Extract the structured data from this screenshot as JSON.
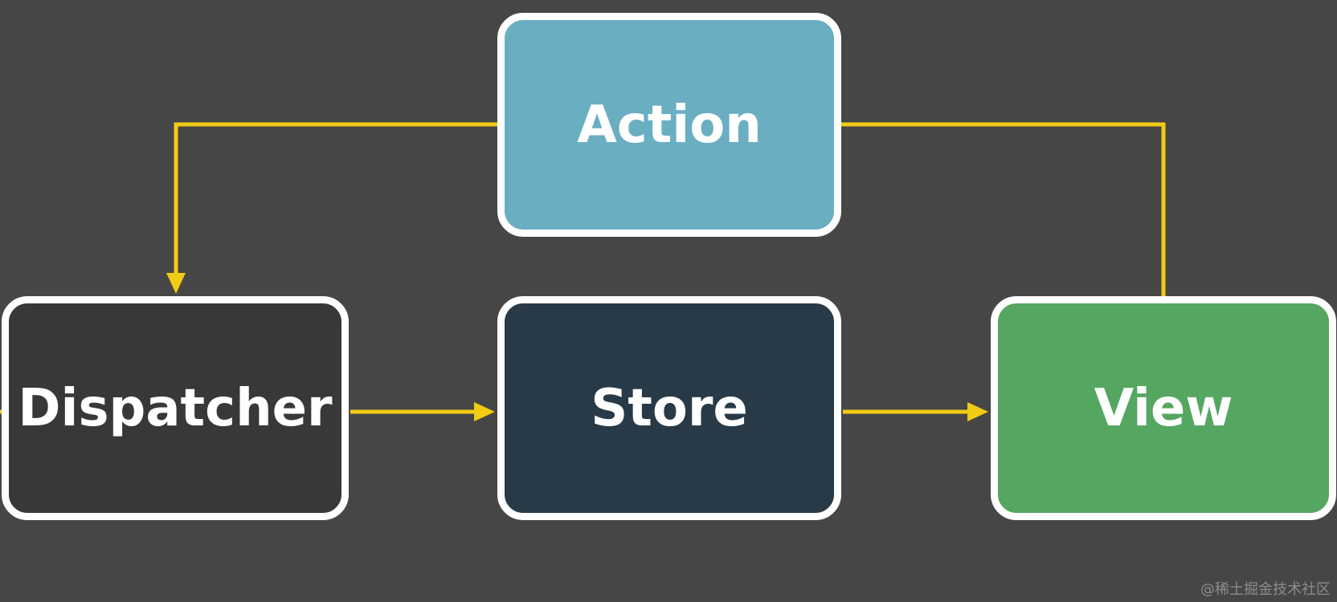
{
  "colors": {
    "background": "#464646",
    "arrow": "#f2cb14",
    "border": "#ffffff",
    "text": "#ffffff"
  },
  "nodes": {
    "action": {
      "label": "Action",
      "fill": "#6aaec2"
    },
    "dispatcher": {
      "label": "Dispatcher",
      "fill": "#3a3738"
    },
    "store": {
      "label": "Store",
      "fill": "#283a47"
    },
    "view": {
      "label": "View",
      "fill": "#55a661"
    }
  },
  "edges": [
    {
      "from": "action",
      "to": "dispatcher"
    },
    {
      "from": "dispatcher",
      "to": "store"
    },
    {
      "from": "store",
      "to": "view"
    },
    {
      "from": "view",
      "to": "action"
    }
  ],
  "watermark": "@稀土掘金技术社区"
}
